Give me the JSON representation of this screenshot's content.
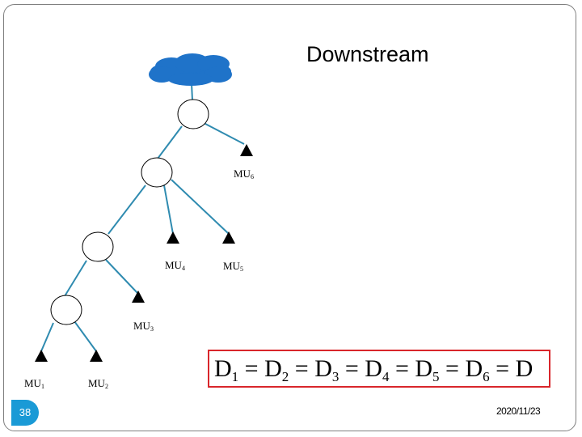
{
  "slide": {
    "title": "Downstream",
    "page_number": "38",
    "date": "2020/11/23"
  },
  "diagram": {
    "mobile_units": [
      {
        "name": "MU",
        "sub": "1"
      },
      {
        "name": "MU",
        "sub": "2"
      },
      {
        "name": "MU",
        "sub": "3"
      },
      {
        "name": "MU",
        "sub": "4"
      },
      {
        "name": "MU",
        "sub": "5"
      },
      {
        "name": "MU",
        "sub": "6"
      }
    ],
    "equation": {
      "terms": [
        {
          "base": "D",
          "sub": "1"
        },
        {
          "base": "D",
          "sub": "2"
        },
        {
          "base": "D",
          "sub": "3"
        },
        {
          "base": "D",
          "sub": "4"
        },
        {
          "base": "D",
          "sub": "5"
        },
        {
          "base": "D",
          "sub": "6"
        },
        {
          "base": "D",
          "sub": ""
        }
      ],
      "operator": "="
    },
    "colors": {
      "link": "#2f8bb0",
      "cloud": "#1f73c9",
      "box_border": "#d9262b",
      "page_badge": "#1a9ad6"
    }
  }
}
